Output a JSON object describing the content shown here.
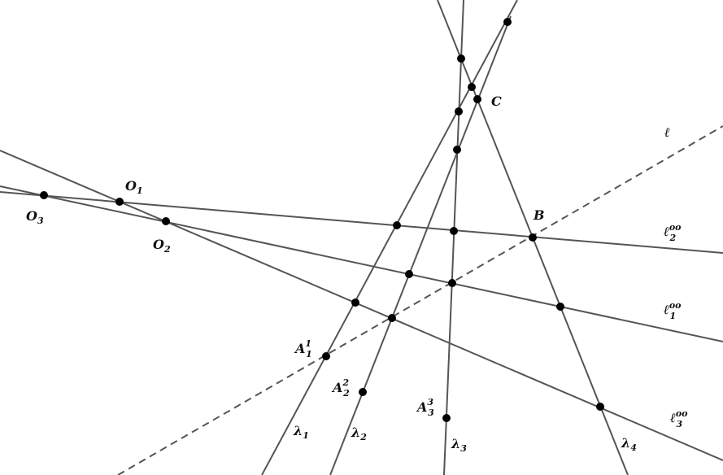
{
  "diagram": {
    "labels": {
      "O1": {
        "base": "O",
        "sub": "1",
        "sup": ""
      },
      "O2": {
        "base": "O",
        "sub": "2",
        "sup": ""
      },
      "O3": {
        "base": "O",
        "sub": "3",
        "sup": ""
      },
      "C": {
        "base": "C",
        "sub": "",
        "sup": ""
      },
      "B": {
        "base": "B",
        "sub": "",
        "sup": ""
      },
      "ell": {
        "base": "ℓ",
        "sub": "",
        "sup": ""
      },
      "l1oo": {
        "base": "ℓ",
        "sub": "1",
        "sup": "oo"
      },
      "l2oo": {
        "base": "ℓ",
        "sub": "2",
        "sup": "oo"
      },
      "l3oo": {
        "base": "ℓ",
        "sub": "3",
        "sup": "oo"
      },
      "A11": {
        "base": "A",
        "sub": "1",
        "sup": "1"
      },
      "A22": {
        "base": "A",
        "sub": "2",
        "sup": "2"
      },
      "A33": {
        "base": "A",
        "sub": "3",
        "sup": "3"
      },
      "lam1": {
        "base": "λ",
        "sub": "1",
        "sup": ""
      },
      "lam2": {
        "base": "λ",
        "sub": "2",
        "sup": ""
      },
      "lam3": {
        "base": "λ",
        "sub": "3",
        "sup": ""
      },
      "lam4": {
        "base": "λ",
        "sub": "4",
        "sup": ""
      }
    }
  }
}
